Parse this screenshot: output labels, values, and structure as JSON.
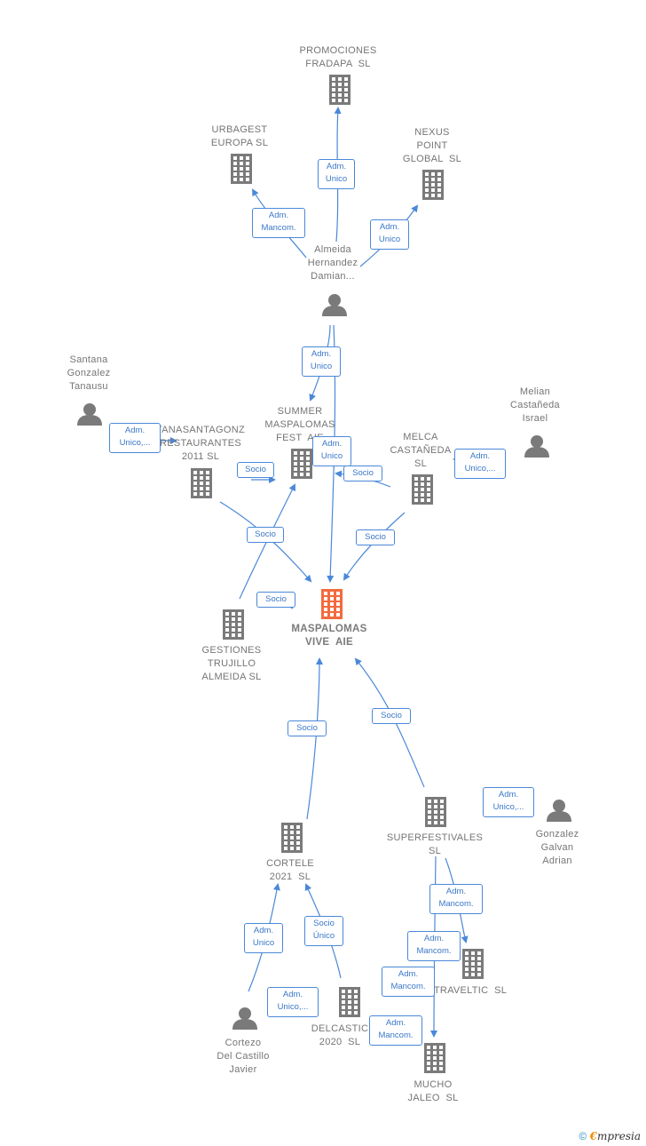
{
  "colors": {
    "edge": "#4a88d8",
    "node": "#7a7a7a",
    "main": "#f26a3d"
  },
  "nodes": [
    {
      "id": "maspalomas",
      "label": "MASPALOMAS\nVIVE  AIE",
      "icon": "building-icon",
      "main": true
    },
    {
      "id": "promociones",
      "label": "PROMOCIONES\nFRADAPA  SL",
      "icon": "building-icon"
    },
    {
      "id": "urbagest",
      "label": "URBAGEST\nEUROPA SL",
      "icon": "building-icon"
    },
    {
      "id": "nexus",
      "label": "NEXUS\nPOINT\nGLOBAL  SL",
      "icon": "building-icon"
    },
    {
      "id": "almeida",
      "label": "Almeida\nHernandez\nDamian...",
      "icon": "person-icon"
    },
    {
      "id": "santana",
      "label": "Santana\nGonzalez\nTanausu",
      "icon": "person-icon"
    },
    {
      "id": "tanasantagonz",
      "label": "TANASANTAGONZ\nRESTAURANTES\n2011 SL",
      "icon": "building-icon"
    },
    {
      "id": "summer",
      "label": "SUMMER\nMASPALOMAS\nFEST  AIE",
      "icon": "building-icon"
    },
    {
      "id": "melca",
      "label": "MELCA\nCASTAÑEDA\nSL",
      "icon": "building-icon"
    },
    {
      "id": "melian",
      "label": "Melian\nCastañeda\nIsrael",
      "icon": "person-icon"
    },
    {
      "id": "gestiones",
      "label": "GESTIONES\nTRUJILLO\nALMEIDA SL",
      "icon": "building-icon"
    },
    {
      "id": "cortele",
      "label": "CORTELE\n2021  SL",
      "icon": "building-icon"
    },
    {
      "id": "superfestivales",
      "label": "SUPERFESTIVALES\nSL",
      "icon": "building-icon"
    },
    {
      "id": "gonzalez",
      "label": "Gonzalez\nGalvan\nAdrian",
      "icon": "person-icon"
    },
    {
      "id": "traveltic",
      "label": "TRAVELTIC  SL",
      "icon": "building-icon"
    },
    {
      "id": "cortezo",
      "label": "Cortezo\nDel Castillo\nJavier",
      "icon": "person-icon"
    },
    {
      "id": "delcastic",
      "label": "DELCASTIC\n2020  SL",
      "icon": "building-icon"
    },
    {
      "id": "mucho",
      "label": "MUCHO\nJALEO  SL",
      "icon": "building-icon"
    }
  ],
  "edge_labels": [
    {
      "id": "lbl-almeida-promociones",
      "text": "Adm.\nUnico"
    },
    {
      "id": "lbl-almeida-urbagest",
      "text": "Adm.\nMancom."
    },
    {
      "id": "lbl-almeida-nexus",
      "text": "Adm.\nUnico"
    },
    {
      "id": "lbl-almeida-summer",
      "text": "Adm.\nUnico"
    },
    {
      "id": "lbl-santana-tanasantagonz",
      "text": "Adm.\nUnico,..."
    },
    {
      "id": "lbl-summer-socio-a",
      "text": "Socio"
    },
    {
      "id": "lbl-almeida-maspalomas",
      "text": "Adm.\nUnico"
    },
    {
      "id": "lbl-melca-summer",
      "text": "Socio"
    },
    {
      "id": "lbl-melian-melca",
      "text": "Adm.\nUnico,..."
    },
    {
      "id": "lbl-tanasantagonz-maspalomas",
      "text": "Socio"
    },
    {
      "id": "lbl-melca-maspalomas",
      "text": "Socio"
    },
    {
      "id": "lbl-gestiones-socio",
      "text": "Socio"
    },
    {
      "id": "lbl-cortele-maspalomas",
      "text": "Socio"
    },
    {
      "id": "lbl-superfestivales-maspalomas",
      "text": "Socio"
    },
    {
      "id": "lbl-gonzalez-superfestivales",
      "text": "Adm.\nUnico,..."
    },
    {
      "id": "lbl-superfestivales-traveltic",
      "text": "Adm.\nMancom."
    },
    {
      "id": "lbl-traveltic-2",
      "text": "Adm.\nMancom."
    },
    {
      "id": "lbl-mucho-1",
      "text": "Adm.\nMancom."
    },
    {
      "id": "lbl-mucho-2",
      "text": "Adm.\nMancom."
    },
    {
      "id": "lbl-cortezo-cortele",
      "text": "Adm.\nUnico"
    },
    {
      "id": "lbl-delcastic-cortele",
      "text": "Socio\nÚnico"
    },
    {
      "id": "lbl-cortezo-delcastic",
      "text": "Adm.\nUnico,..."
    }
  ],
  "footer": {
    "copyright": "©",
    "brand_first": "€",
    "brand_rest": "mpresia"
  }
}
